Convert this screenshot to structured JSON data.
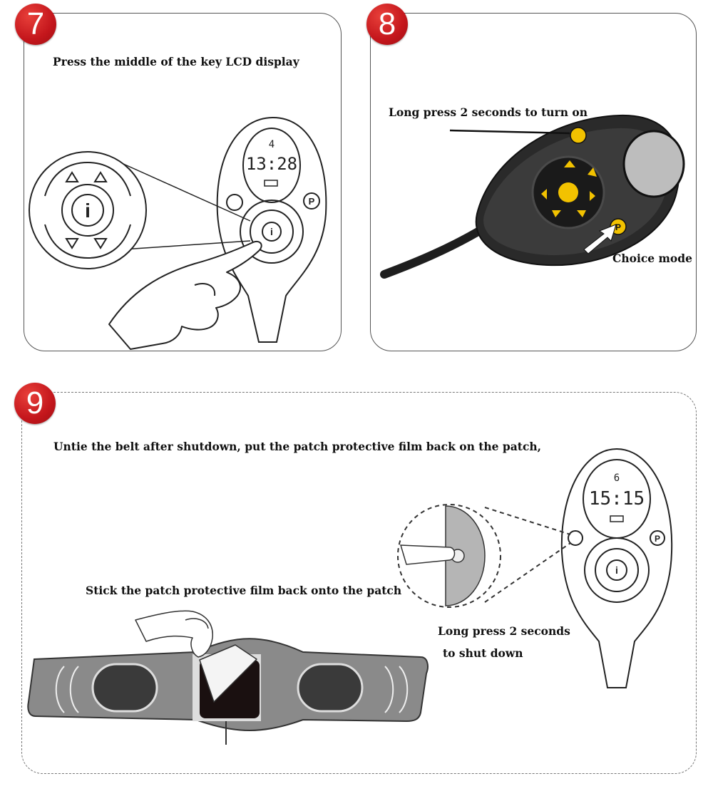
{
  "steps": {
    "s7": {
      "number": "7",
      "caption": "Press the middle of the key LCD display",
      "lcd_top": "4",
      "lcd_time": "13:28",
      "center_key": "i",
      "mode_key": "P"
    },
    "s8": {
      "number": "8",
      "caption_power": "Long press 2 seconds to turn on",
      "caption_mode": "Choice mode",
      "mode_key": "P"
    },
    "s9": {
      "number": "9",
      "caption_main": "Untie the belt after shutdown, put the patch protective film back on the patch,",
      "caption_patch": "Stick the patch protective film back onto the patch",
      "caption_shutdown_1": "Long press 2 seconds",
      "caption_shutdown_2": "to shut down",
      "lcd_top": "6",
      "lcd_time": "15:15",
      "center_key": "i",
      "mode_key": "P"
    }
  },
  "colors": {
    "badge_red": "#c4161c",
    "device_black": "#2a2a2a",
    "button_yellow": "#f2c200",
    "belt_gray": "#8a8a8a"
  }
}
